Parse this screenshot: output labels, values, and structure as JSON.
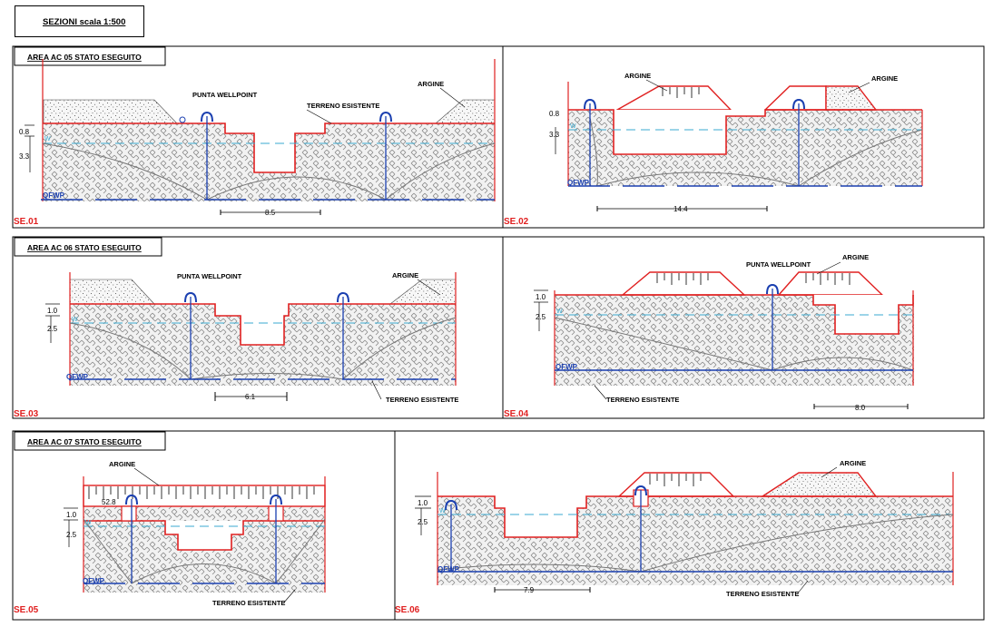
{
  "sheet_title": "SEZIONI scala 1:500",
  "areas": {
    "ac05": "AREA AC 05 STATO ESEGUITO",
    "ac06": "AREA AC 06 STATO ESEGUITO",
    "ac07": "AREA AC 07 STATO ESEGUITO"
  },
  "labels": {
    "punta_wellpoint": "PUNTA WELLPOINT",
    "terreno_esistente": "TERRENO ESISTENTE",
    "argine": "ARGINE",
    "qfwp": "QFWP",
    "water": "W"
  },
  "sections": [
    {
      "id": "SE.01",
      "dims": [
        "0.8",
        "3.3"
      ],
      "width": "8.5"
    },
    {
      "id": "SE.02",
      "dims": [
        "0.8",
        "3.3"
      ],
      "width": "14.4"
    },
    {
      "id": "SE.03",
      "dims": [
        "1.0",
        "2.5"
      ],
      "width": "6.1"
    },
    {
      "id": "SE.04",
      "dims": [
        "1.0",
        "2.5"
      ],
      "width": "8.0"
    },
    {
      "id": "SE.05",
      "dims": [
        "1.0",
        "2.5"
      ],
      "elevation": "52.8"
    },
    {
      "id": "SE.06",
      "dims": [
        "1.0",
        "2.5"
      ],
      "width": "7.9"
    }
  ],
  "colors": {
    "section_red": "#e02020",
    "wellpoint_blue": "#1a3fb0",
    "water_cyan": "#3aaad0",
    "hatch_gray": "#9a9a9a"
  }
}
